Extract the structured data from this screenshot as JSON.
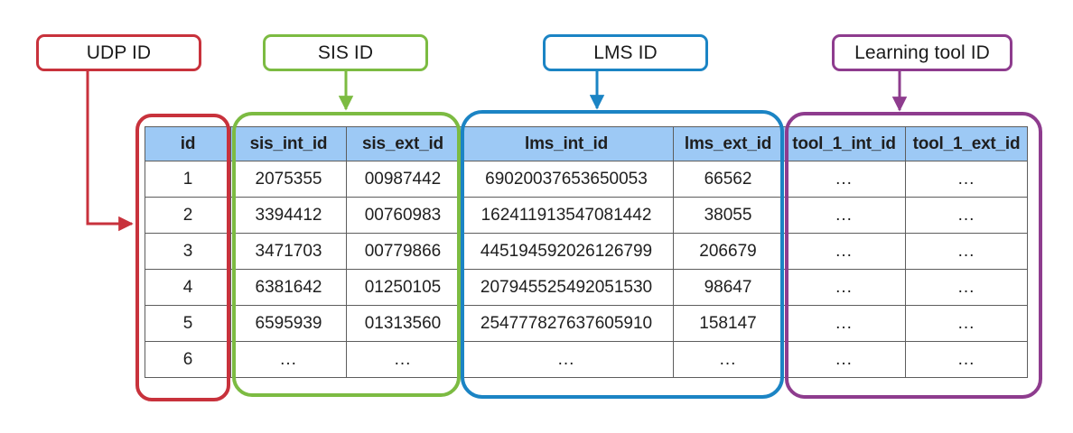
{
  "callouts": [
    {
      "key": "udp",
      "label": "UDP ID",
      "color": "#C8323C"
    },
    {
      "key": "sis",
      "label": "SIS ID",
      "color": "#7CBB42"
    },
    {
      "key": "lms",
      "label": "LMS ID",
      "color": "#1B84C4"
    },
    {
      "key": "tool",
      "label": "Learning tool ID",
      "color": "#8E3C8E"
    }
  ],
  "table": {
    "header_fill": "#9DC9F5",
    "columns": [
      {
        "key": "id",
        "label": "id"
      },
      {
        "key": "sis_int_id",
        "label": "sis_int_id"
      },
      {
        "key": "sis_ext_id",
        "label": "sis_ext_id"
      },
      {
        "key": "lms_int_id",
        "label": "lms_int_id"
      },
      {
        "key": "lms_ext_id",
        "label": "lms_ext_id"
      },
      {
        "key": "tool_1_int_id",
        "label": "tool_1_int_id"
      },
      {
        "key": "tool_1_ext_id",
        "label": "tool_1_ext_id"
      }
    ],
    "rows": [
      {
        "id": "1",
        "sis_int_id": "2075355",
        "sis_ext_id": "00987442",
        "lms_int_id": "69020037653650053",
        "lms_ext_id": "66562",
        "tool_1_int_id": "...",
        "tool_1_ext_id": "..."
      },
      {
        "id": "2",
        "sis_int_id": "3394412",
        "sis_ext_id": "00760983",
        "lms_int_id": "162411913547081442",
        "lms_ext_id": "38055",
        "tool_1_int_id": "...",
        "tool_1_ext_id": "..."
      },
      {
        "id": "3",
        "sis_int_id": "3471703",
        "sis_ext_id": "00779866",
        "lms_int_id": "445194592026126799",
        "lms_ext_id": "206679",
        "tool_1_int_id": "...",
        "tool_1_ext_id": "..."
      },
      {
        "id": "4",
        "sis_int_id": "6381642",
        "sis_ext_id": "01250105",
        "lms_int_id": "207945525492051530",
        "lms_ext_id": "98647",
        "tool_1_int_id": "...",
        "tool_1_ext_id": "..."
      },
      {
        "id": "5",
        "sis_int_id": "6595939",
        "sis_ext_id": "01313560",
        "lms_int_id": "254777827637605910",
        "lms_ext_id": "158147",
        "tool_1_int_id": "...",
        "tool_1_ext_id": "..."
      },
      {
        "id": "6",
        "sis_int_id": "...",
        "sis_ext_id": "...",
        "lms_int_id": "...",
        "lms_ext_id": "...",
        "tool_1_int_id": "...",
        "tool_1_ext_id": "..."
      }
    ]
  },
  "groups": [
    {
      "key": "udp",
      "color": "#C8323C",
      "covers": "id"
    },
    {
      "key": "sis",
      "color": "#7CBB42",
      "covers": "sis_int_id, sis_ext_id"
    },
    {
      "key": "lms",
      "color": "#1B84C4",
      "covers": "lms_int_id, lms_ext_id"
    },
    {
      "key": "tool",
      "color": "#8E3C8E",
      "covers": "tool_1_int_id, tool_1_ext_id"
    }
  ]
}
